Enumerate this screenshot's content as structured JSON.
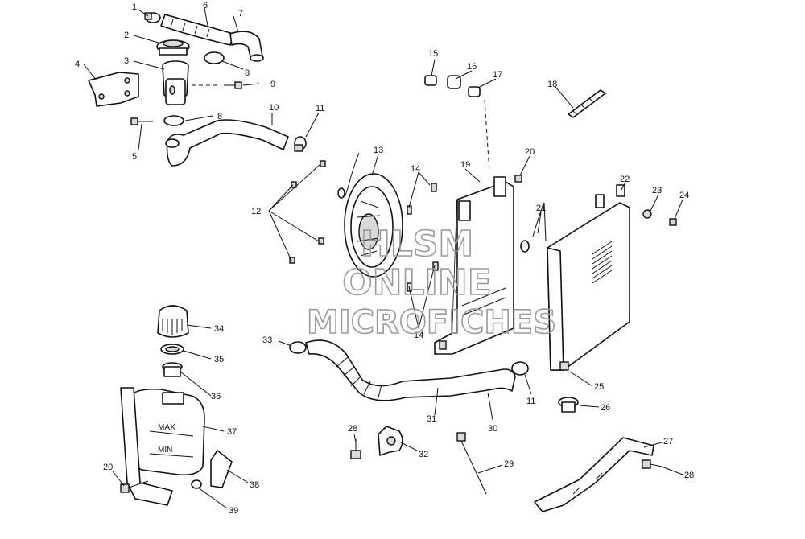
{
  "watermark": {
    "line1": "HLSM",
    "line2": "ONLINE",
    "line3": "MICROFICHES"
  },
  "tank_marks": {
    "max": "MAX",
    "min": "MIN"
  },
  "callouts": [
    {
      "id": "c1",
      "text": "1"
    },
    {
      "id": "c2",
      "text": "2"
    },
    {
      "id": "c3",
      "text": "3"
    },
    {
      "id": "c4",
      "text": "4"
    },
    {
      "id": "c5",
      "text": "5"
    },
    {
      "id": "c6",
      "text": "6"
    },
    {
      "id": "c7",
      "text": "7"
    },
    {
      "id": "c8a",
      "text": "8"
    },
    {
      "id": "c8b",
      "text": "8"
    },
    {
      "id": "c9",
      "text": "9"
    },
    {
      "id": "c10",
      "text": "10"
    },
    {
      "id": "c11a",
      "text": "11"
    },
    {
      "id": "c11b",
      "text": "11"
    },
    {
      "id": "c12",
      "text": "12"
    },
    {
      "id": "c13",
      "text": "13"
    },
    {
      "id": "c14a",
      "text": "14"
    },
    {
      "id": "c14b",
      "text": "14"
    },
    {
      "id": "c15",
      "text": "15"
    },
    {
      "id": "c16",
      "text": "16"
    },
    {
      "id": "c17",
      "text": "17"
    },
    {
      "id": "c18",
      "text": "18"
    },
    {
      "id": "c19",
      "text": "19"
    },
    {
      "id": "c20a",
      "text": "20"
    },
    {
      "id": "c20b",
      "text": "20"
    },
    {
      "id": "c21",
      "text": "21"
    },
    {
      "id": "c22",
      "text": "22"
    },
    {
      "id": "c23",
      "text": "23"
    },
    {
      "id": "c24",
      "text": "24"
    },
    {
      "id": "c25",
      "text": "25"
    },
    {
      "id": "c26",
      "text": "26"
    },
    {
      "id": "c27",
      "text": "27"
    },
    {
      "id": "c28a",
      "text": "28"
    },
    {
      "id": "c28b",
      "text": "28"
    },
    {
      "id": "c29",
      "text": "29"
    },
    {
      "id": "c30",
      "text": "30"
    },
    {
      "id": "c31",
      "text": "31"
    },
    {
      "id": "c32",
      "text": "32"
    },
    {
      "id": "c33",
      "text": "33"
    },
    {
      "id": "c34",
      "text": "34"
    },
    {
      "id": "c35",
      "text": "35"
    },
    {
      "id": "c36",
      "text": "36"
    },
    {
      "id": "c37",
      "text": "37"
    },
    {
      "id": "c38",
      "text": "38"
    },
    {
      "id": "c39",
      "text": "39"
    }
  ]
}
